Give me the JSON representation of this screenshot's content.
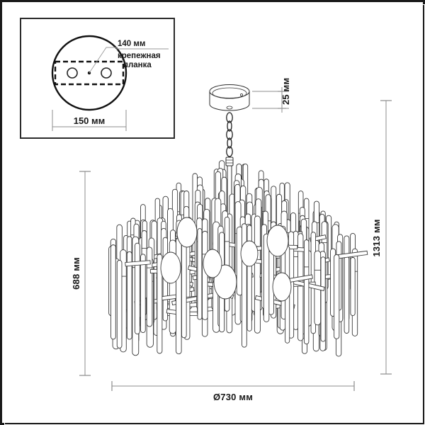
{
  "drawing": {
    "title": "Chandelier technical dimension drawing",
    "units": "мм"
  },
  "inset": {
    "name": "ceiling-mount-detail",
    "callout_dimension": "140 мм",
    "callout_label_line1": "крепежная",
    "callout_label_line2": "планка",
    "bottom_dimension": "150 мм",
    "screw_holes": 2
  },
  "dimensions": {
    "canopy_height": "25 мм",
    "fixture_body_height": "688 мм",
    "total_height": "1313 мм",
    "diameter": "Ø730 мм"
  },
  "colors": {
    "frame": "#1a1a1a",
    "outline": "#2e2e2e",
    "dimension_line": "#8c8c8c",
    "text": "#1a1a1a",
    "background": "#ffffff"
  },
  "fixture": {
    "type": "pendant-chandelier",
    "canopy": "round-ceiling-plate",
    "suspension": "chain",
    "shade": "vertical-rod-cluster"
  }
}
